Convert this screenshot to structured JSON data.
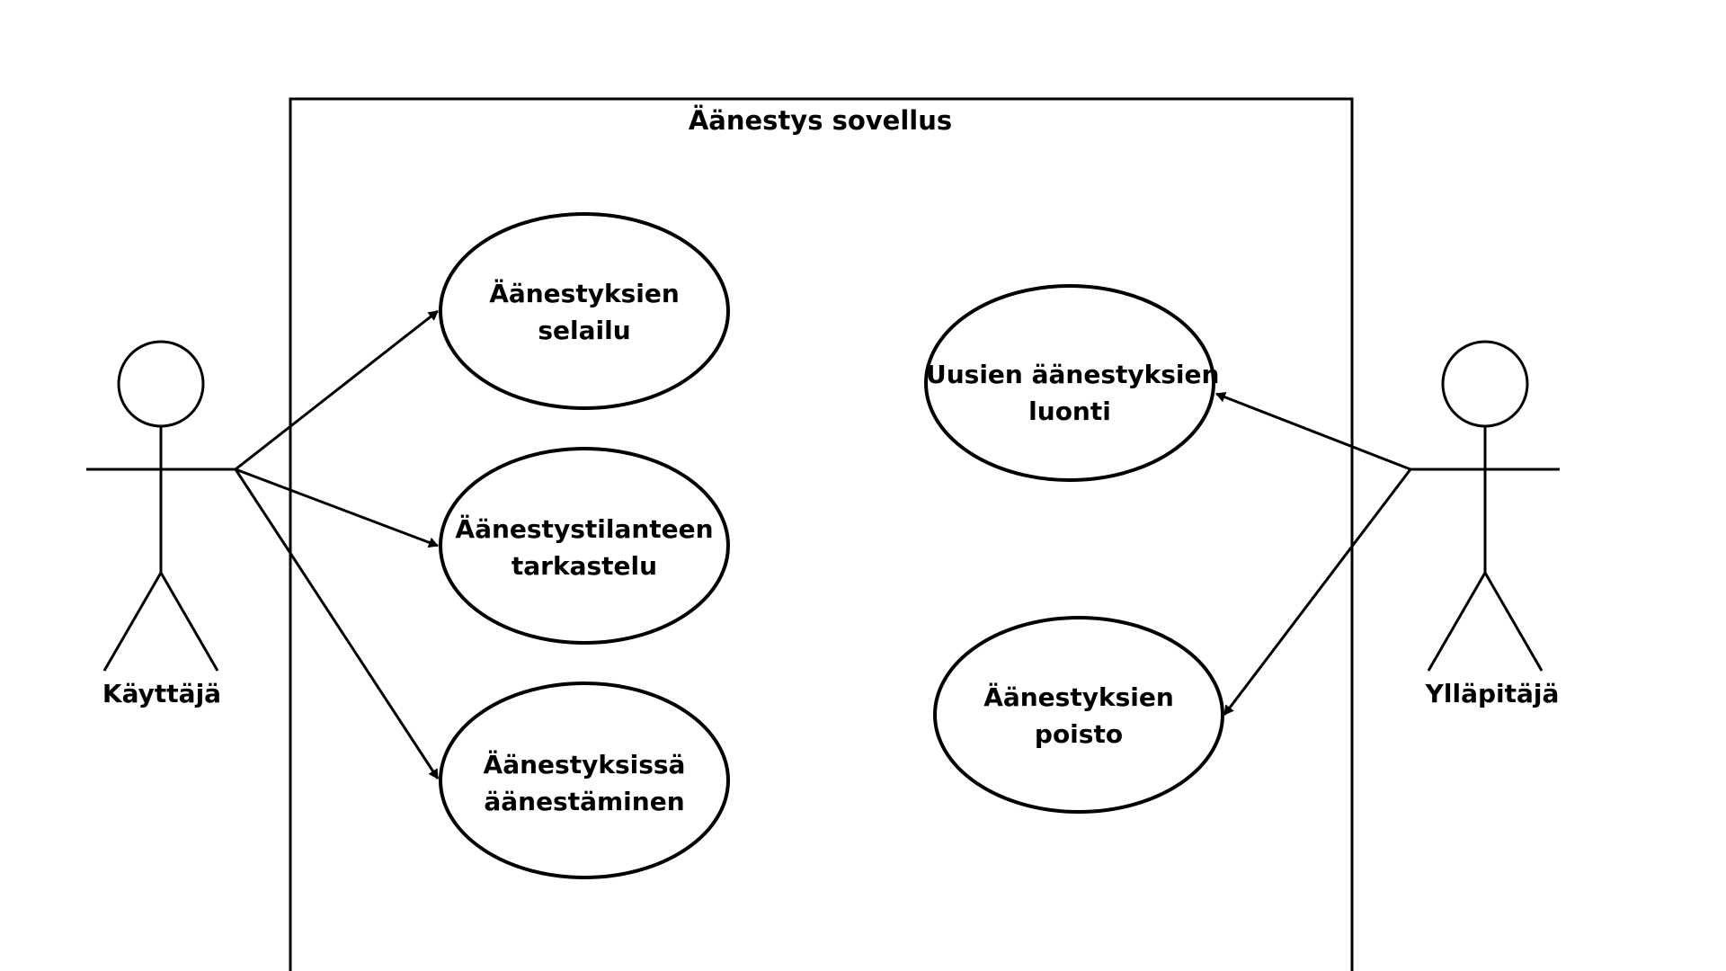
{
  "diagram": {
    "system_title": "Äänestys sovellus",
    "use_cases": [
      {
        "line1": "Äänestyksien",
        "line2": "selailu"
      },
      {
        "line1": "Äänestystilanteen",
        "line2": "tarkastelu"
      },
      {
        "line1": "Äänestyksissä",
        "line2": "äänestäminen"
      },
      {
        "line1": "Uusien äänestyksien",
        "line2": "luonti"
      },
      {
        "line1": "Äänestyksien",
        "line2": "poisto"
      }
    ],
    "actors": {
      "user": "Käyttäjä",
      "admin": "Ylläpitäjä"
    },
    "colors": {
      "stroke": "#000000",
      "background": "#ffffff"
    }
  }
}
